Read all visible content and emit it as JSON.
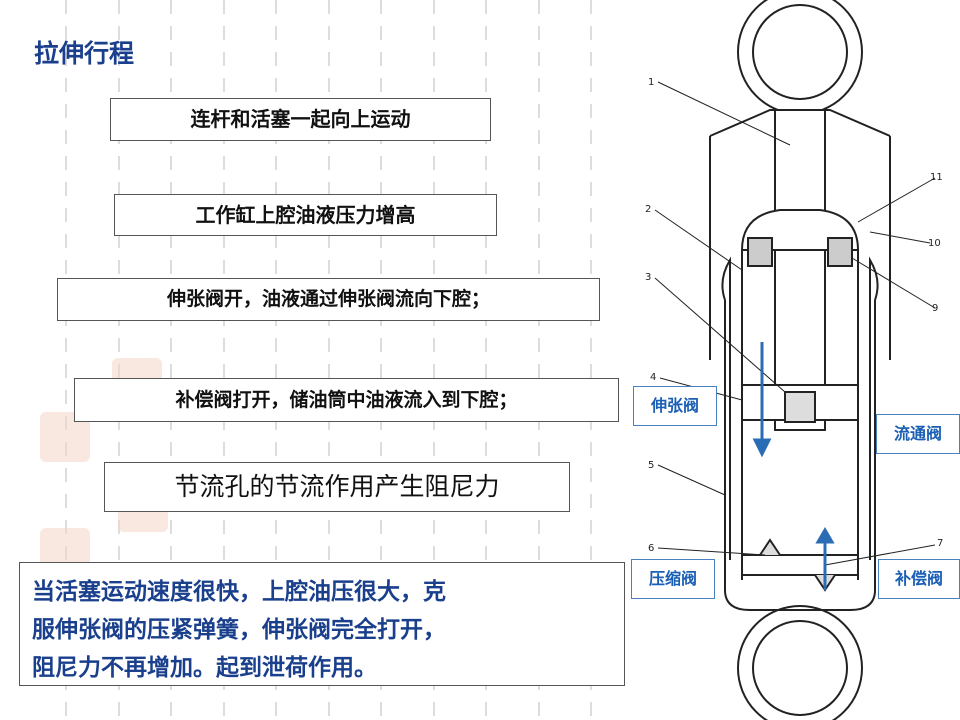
{
  "title": "拉伸行程",
  "steps": [
    "连杆和活塞一起向上运动",
    "工作缸上腔油液压力增高",
    "伸张阀开，油液通过伸张阀流向下腔；",
    "补偿阀打开，储油筒中油液流入到下腔；",
    "节流孔的节流作用产生阻尼力"
  ],
  "note_lines": [
    "当活塞运动速度很快，上腔油压很大，克",
    "服伸张阀的压紧弹簧，伸张阀完全打开，",
    "阻尼力不再增加。起到泄荷作用。"
  ],
  "callouts": {
    "extension_valve": "伸张阀",
    "flow_valve": "流通阀",
    "compression_valve": "压缩阀",
    "compensation_valve": "补偿阀"
  },
  "part_numbers": [
    "1",
    "2",
    "3",
    "4",
    "5",
    "6",
    "7",
    "9",
    "10",
    "11"
  ],
  "colors": {
    "title": "#1a3f8c",
    "note_text": "#1a3f8c",
    "callout_text": "#1a5fb4",
    "arrow": "#2a6db5"
  }
}
